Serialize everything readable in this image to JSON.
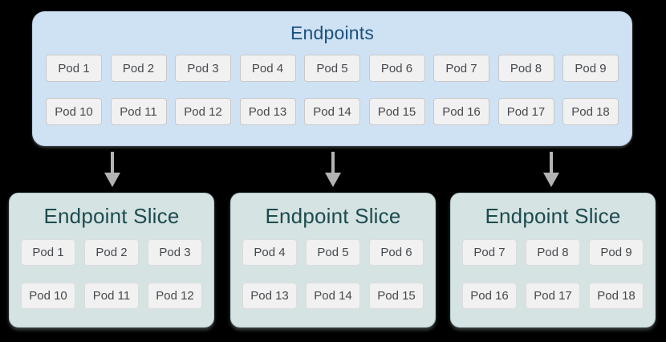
{
  "endpoints_box": {
    "title": "Endpoints",
    "pod_rows": [
      [
        "Pod 1",
        "Pod 2",
        "Pod 3",
        "Pod 4",
        "Pod 5",
        "Pod 6",
        "Pod 7",
        "Pod 8",
        "Pod 9"
      ],
      [
        "Pod 10",
        "Pod 11",
        "Pod 12",
        "Pod 13",
        "Pod 14",
        "Pod 15",
        "Pod 16",
        "Pod 17",
        "Pod 18"
      ]
    ]
  },
  "slices": [
    {
      "title": "Endpoint Slice",
      "pod_rows": [
        [
          "Pod 1",
          "Pod 2",
          "Pod 3"
        ],
        [
          "Pod 10",
          "Pod 11",
          "Pod 12"
        ]
      ]
    },
    {
      "title": "Endpoint Slice",
      "pod_rows": [
        [
          "Pod 4",
          "Pod 5",
          "Pod 6"
        ],
        [
          "Pod 13",
          "Pod 14",
          "Pod 15"
        ]
      ]
    },
    {
      "title": "Endpoint Slice",
      "pod_rows": [
        [
          "Pod 7",
          "Pod 8",
          "Pod 9"
        ],
        [
          "Pod 16",
          "Pod 17",
          "Pod 18"
        ]
      ]
    }
  ],
  "icons": {
    "arrow": "down-arrow"
  },
  "colors": {
    "canvas_bg": "#000000",
    "endpoints_fill": "#cfe2f4",
    "endpoints_border": "#b9d0e6",
    "endpoints_title_text": "#1c507c",
    "slice_fill": "#d5e3e2",
    "slice_border": "#b7cdd0",
    "slice_title_text": "#1d4b50",
    "pod_fill": "#f1f1f1",
    "pod_border": "#c8c8c8",
    "slice_pod_border": "#dcdcdc",
    "pod_text": "#46494d",
    "arrow": "#b4b4b4"
  }
}
